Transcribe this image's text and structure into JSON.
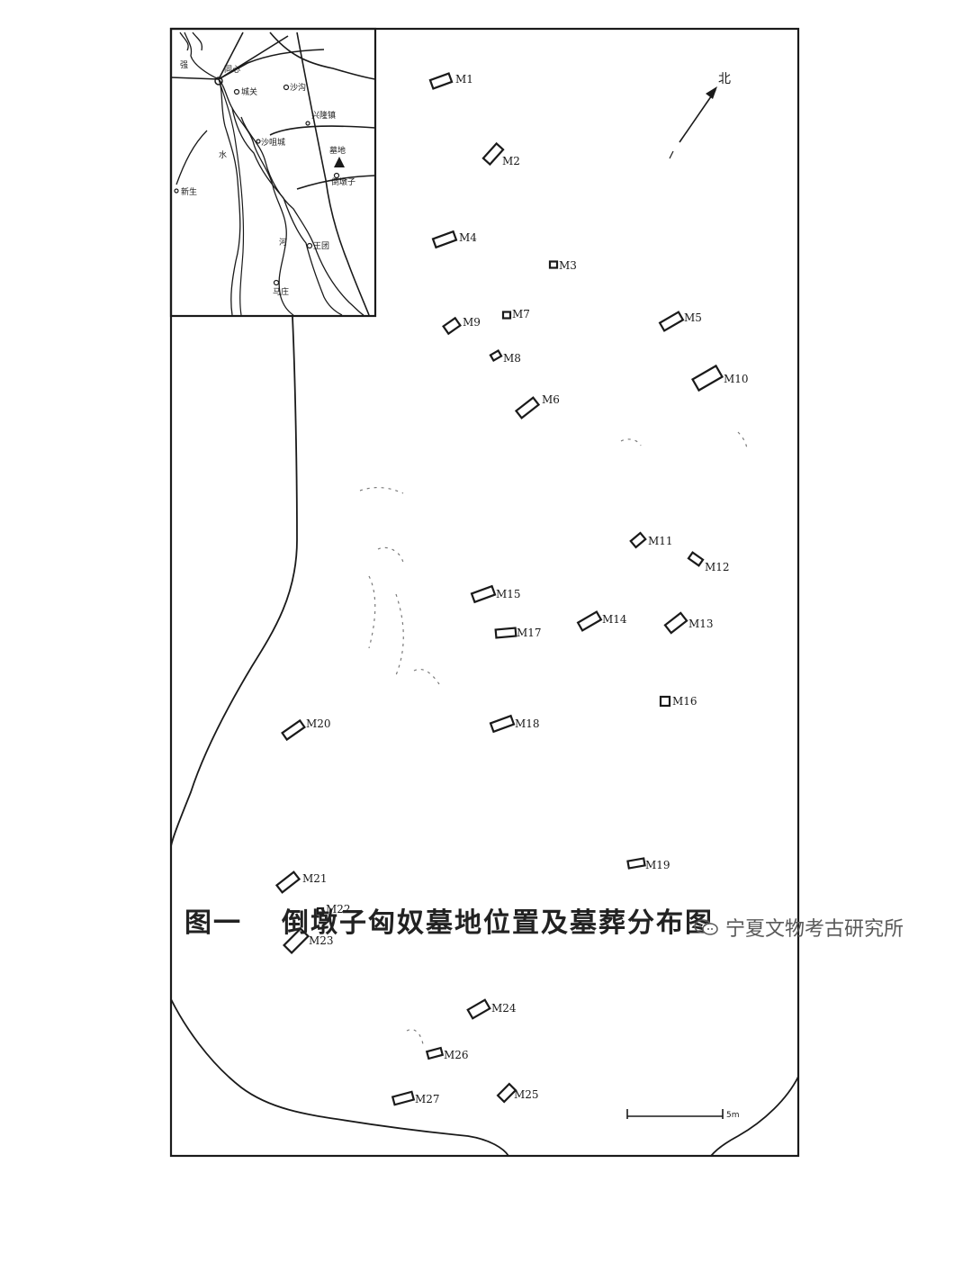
{
  "north_label": "北",
  "scale_label": "5m",
  "inset_map": {
    "labels": [
      {
        "id": "tongxin",
        "text": "同心"
      },
      {
        "id": "chengguan",
        "text": "城关"
      },
      {
        "id": "shaogou",
        "text": "沙沟"
      },
      {
        "id": "xinglongzhen",
        "text": "兴隆镇"
      },
      {
        "id": "tianlao",
        "text": "强"
      },
      {
        "id": "shaqu",
        "text": "沙咀城"
      },
      {
        "id": "river1",
        "text": "水"
      },
      {
        "id": "river2",
        "text": "河"
      },
      {
        "id": "mudi",
        "text": "墓地"
      },
      {
        "id": "daodunzi",
        "text": "倒墩子"
      },
      {
        "id": "xinsheng",
        "text": "新生"
      },
      {
        "id": "wangtuan",
        "text": "王团"
      },
      {
        "id": "malu",
        "text": "马庄"
      }
    ]
  },
  "tombs": [
    {
      "id": "M1",
      "label": "M1"
    },
    {
      "id": "M2",
      "label": "M2"
    },
    {
      "id": "M3",
      "label": "M3"
    },
    {
      "id": "M4",
      "label": "M4"
    },
    {
      "id": "M5",
      "label": "M5"
    },
    {
      "id": "M6",
      "label": "M6"
    },
    {
      "id": "M7",
      "label": "M7"
    },
    {
      "id": "M8",
      "label": "M8"
    },
    {
      "id": "M9",
      "label": "M9"
    },
    {
      "id": "M10",
      "label": "M10"
    },
    {
      "id": "M11",
      "label": "M11"
    },
    {
      "id": "M12",
      "label": "M12"
    },
    {
      "id": "M13",
      "label": "M13"
    },
    {
      "id": "M14",
      "label": "M14"
    },
    {
      "id": "M15",
      "label": "M15"
    },
    {
      "id": "M16",
      "label": "M16"
    },
    {
      "id": "M17",
      "label": "M17"
    },
    {
      "id": "M18",
      "label": "M18"
    },
    {
      "id": "M19",
      "label": "M19"
    },
    {
      "id": "M20",
      "label": "M20"
    },
    {
      "id": "M21",
      "label": "M21"
    },
    {
      "id": "M22",
      "label": "M22"
    },
    {
      "id": "M23",
      "label": "M23"
    },
    {
      "id": "M24",
      "label": "M24"
    },
    {
      "id": "M25",
      "label": "M25"
    },
    {
      "id": "M26",
      "label": "M26"
    },
    {
      "id": "M27",
      "label": "M27"
    }
  ],
  "caption": {
    "figure_no": "图一",
    "title": "倒墩子匈奴墓地位置及墓葬分布图"
  },
  "watermark": "宁夏文物考古研究所"
}
